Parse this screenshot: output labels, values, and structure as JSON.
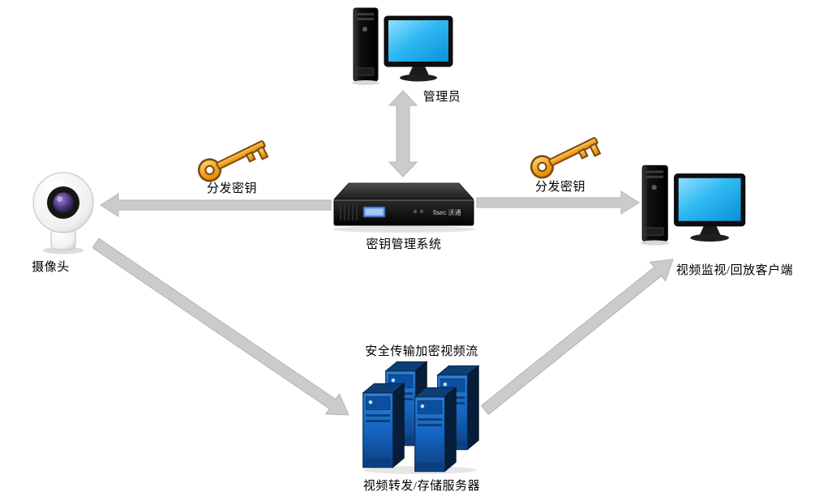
{
  "diagram": {
    "nodes": {
      "admin": {
        "label": "管理员"
      },
      "kms": {
        "label": "密钥管理系统",
        "brand": "fisec 沃通"
      },
      "camera": {
        "label": "摄像头"
      },
      "client": {
        "label": "视频监视/回放客户端"
      },
      "storage": {
        "label": "视频转发/存储服务器"
      }
    },
    "edges": {
      "key_left": {
        "label": "分发密钥"
      },
      "key_right": {
        "label": "分发密钥"
      },
      "stream": {
        "label": "安全传输加密视频流"
      }
    },
    "colors": {
      "arrow_fill": "#cbcbcb",
      "arrow_border": "#b5b5b5",
      "screen_blue": "#2fb9f2",
      "server_blue": "#1565c0",
      "key_gold": "#f5a623",
      "text": "#000000"
    }
  }
}
